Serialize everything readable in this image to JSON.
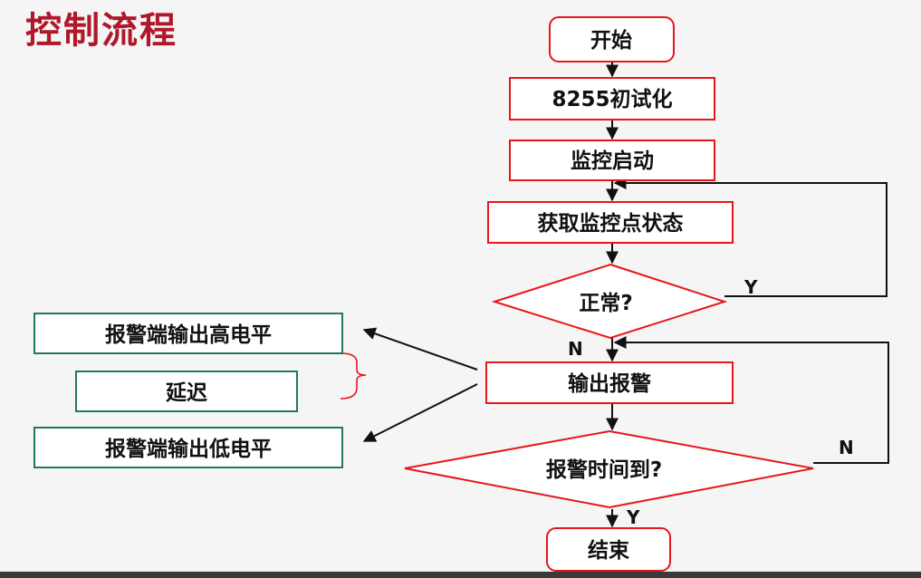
{
  "title": "控制流程",
  "colors": {
    "flow_border": "#e8151b",
    "side_border": "#1f7a54",
    "title": "#b0182a",
    "line": "#111111"
  },
  "nodes": {
    "start": "开始",
    "init": "8255初试化",
    "monitor_start": "监控启动",
    "get_status": "获取监控点状态",
    "normal_check": "正常?",
    "output_alarm": "输出报警",
    "alarm_time_check": "报警时间到?",
    "end": "结束"
  },
  "side_steps": [
    "报警端输出高电平",
    "延迟",
    "报警端输出低电平"
  ],
  "edge_labels": {
    "normal_yes": "Y",
    "normal_no": "N",
    "time_no": "N",
    "time_yes": "Y"
  }
}
